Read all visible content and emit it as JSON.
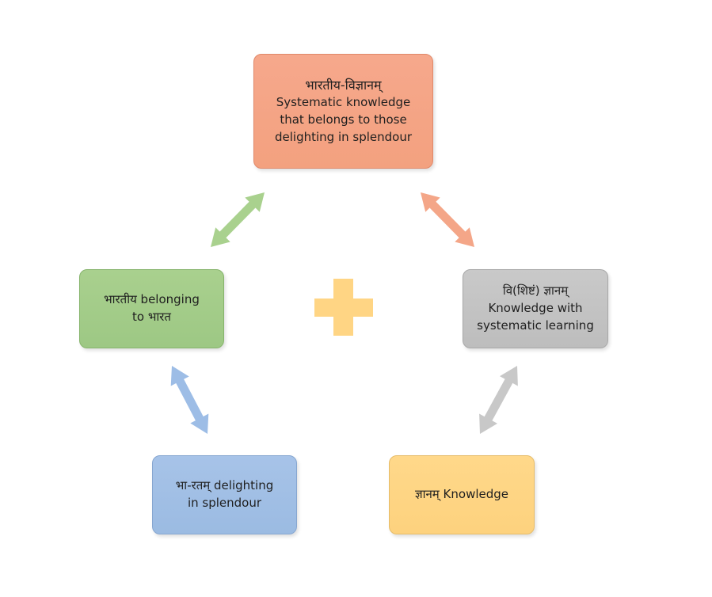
{
  "nodes": {
    "top": {
      "title": "भारतीय-विज्ञानम्",
      "lines": [
        "Systematic knowledge",
        "that belongs  to those",
        "delighting in splendour"
      ],
      "color": "#f4a482"
    },
    "left": {
      "lines": [
        "भारतीय  belonging",
        "to भारत"
      ],
      "color": "#a3cc89"
    },
    "right": {
      "lines": [
        "वि(शिष्टं)  ज्ञानम्",
        "Knowledge with",
        "systematic learning"
      ],
      "color": "#c4c4c4"
    },
    "bottom_left": {
      "lines": [
        "भा-रतम्  delighting",
        "in splendour"
      ],
      "color": "#a1bfe5"
    },
    "bottom_right": {
      "lines": [
        "ज्ञानम्  Knowledge"
      ],
      "color": "#ffd584"
    }
  },
  "arrows": {
    "top_left_color": "#a9d18e",
    "top_right_color": "#f4a688",
    "bottom_left_color": "#9dbde6",
    "bottom_right_color": "#c8c8c8"
  },
  "plus_color": "#ffd584"
}
